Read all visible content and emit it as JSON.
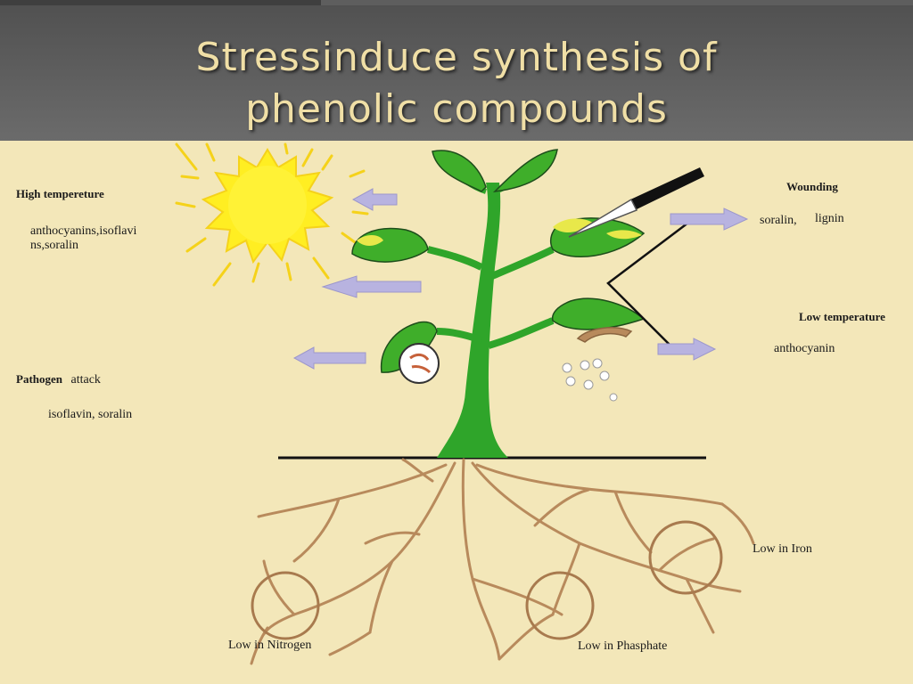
{
  "title": {
    "line1": "Stressinduce synthesis of",
    "line2": "phenolic compounds"
  },
  "stresses": {
    "high_temp": {
      "heading": "High tempereture",
      "compounds_line1": "anthocyanins,isoflavi",
      "compounds_line2": "ns,soralin"
    },
    "pathogen": {
      "heading_bold": "Pathogen",
      "heading_rest": "attack",
      "compounds": "isoflavin, soralin"
    },
    "wounding": {
      "heading": "Wounding",
      "compounds_a": "soralin,",
      "compounds_b": "lignin"
    },
    "low_temp": {
      "heading": "Low temperature",
      "compounds": "anthocyanin"
    }
  },
  "roots": {
    "nitrogen": "Low in Nitrogen",
    "phosphate": "Low in Phasphate",
    "iron": "Low in Iron"
  },
  "colors": {
    "background": "#f3e7b9",
    "header": "#5e5e5e",
    "title": "#f0dfa6",
    "sun": "#ffee22",
    "leaf": "#3fae2a",
    "stem": "#2fa52a",
    "root": "#b88a5c",
    "arrow": "#b8b3e0"
  }
}
